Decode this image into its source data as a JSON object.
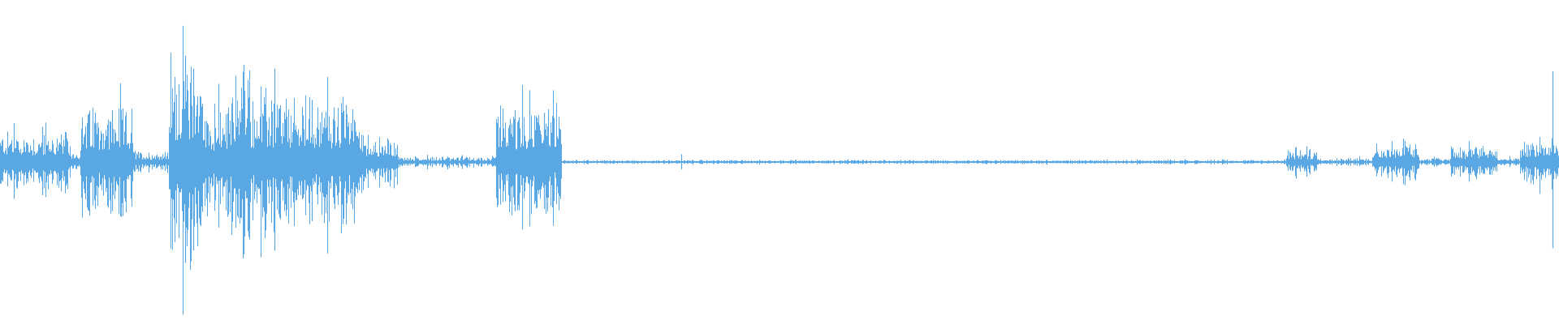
{
  "waveform": {
    "color": "#5aa8e3",
    "background": "#ffffff",
    "duration_fraction_activity": [
      {
        "from": 0.0,
        "to": 0.044,
        "level": 0.22
      },
      {
        "from": 0.044,
        "to": 0.052,
        "level": 0.1
      },
      {
        "from": 0.052,
        "to": 0.085,
        "level": 0.4
      },
      {
        "from": 0.085,
        "to": 0.108,
        "level": 0.08
      },
      {
        "from": 0.108,
        "to": 0.13,
        "level": 0.78
      },
      {
        "from": 0.13,
        "to": 0.148,
        "level": 0.4
      },
      {
        "from": 0.148,
        "to": 0.16,
        "level": 0.7
      },
      {
        "from": 0.16,
        "to": 0.18,
        "level": 0.5
      },
      {
        "from": 0.18,
        "to": 0.232,
        "level": 0.46
      },
      {
        "from": 0.232,
        "to": 0.255,
        "level": 0.18
      },
      {
        "from": 0.255,
        "to": 0.318,
        "level": 0.04
      },
      {
        "from": 0.318,
        "to": 0.36,
        "level": 0.4
      },
      {
        "from": 0.36,
        "to": 0.825,
        "level": 0.015
      },
      {
        "from": 0.825,
        "to": 0.845,
        "level": 0.09
      },
      {
        "from": 0.845,
        "to": 0.88,
        "level": 0.03
      },
      {
        "from": 0.88,
        "to": 0.91,
        "level": 0.13
      },
      {
        "from": 0.91,
        "to": 0.93,
        "level": 0.03
      },
      {
        "from": 0.93,
        "to": 0.96,
        "level": 0.12
      },
      {
        "from": 0.96,
        "to": 0.975,
        "level": 0.03
      },
      {
        "from": 0.975,
        "to": 1.0,
        "level": 0.16
      }
    ],
    "peaks": [
      {
        "at": 0.009,
        "level": 0.3
      },
      {
        "at": 0.027,
        "level": 0.27
      },
      {
        "at": 0.061,
        "level": 0.38
      },
      {
        "at": 0.072,
        "level": 0.4
      },
      {
        "at": 0.119,
        "level": 0.82
      },
      {
        "at": 0.124,
        "level": 0.72
      },
      {
        "at": 0.156,
        "level": 0.75
      },
      {
        "at": 0.176,
        "level": 0.72
      },
      {
        "at": 0.2,
        "level": 0.48
      },
      {
        "at": 0.222,
        "level": 0.44
      },
      {
        "at": 0.33,
        "level": 0.4
      },
      {
        "at": 0.349,
        "level": 0.38
      },
      {
        "at": 0.437,
        "level": 0.06
      },
      {
        "at": 0.838,
        "level": 0.12
      },
      {
        "at": 0.9,
        "level": 0.18
      },
      {
        "at": 0.942,
        "level": 0.16
      },
      {
        "at": 0.996,
        "level": 0.7
      }
    ]
  }
}
